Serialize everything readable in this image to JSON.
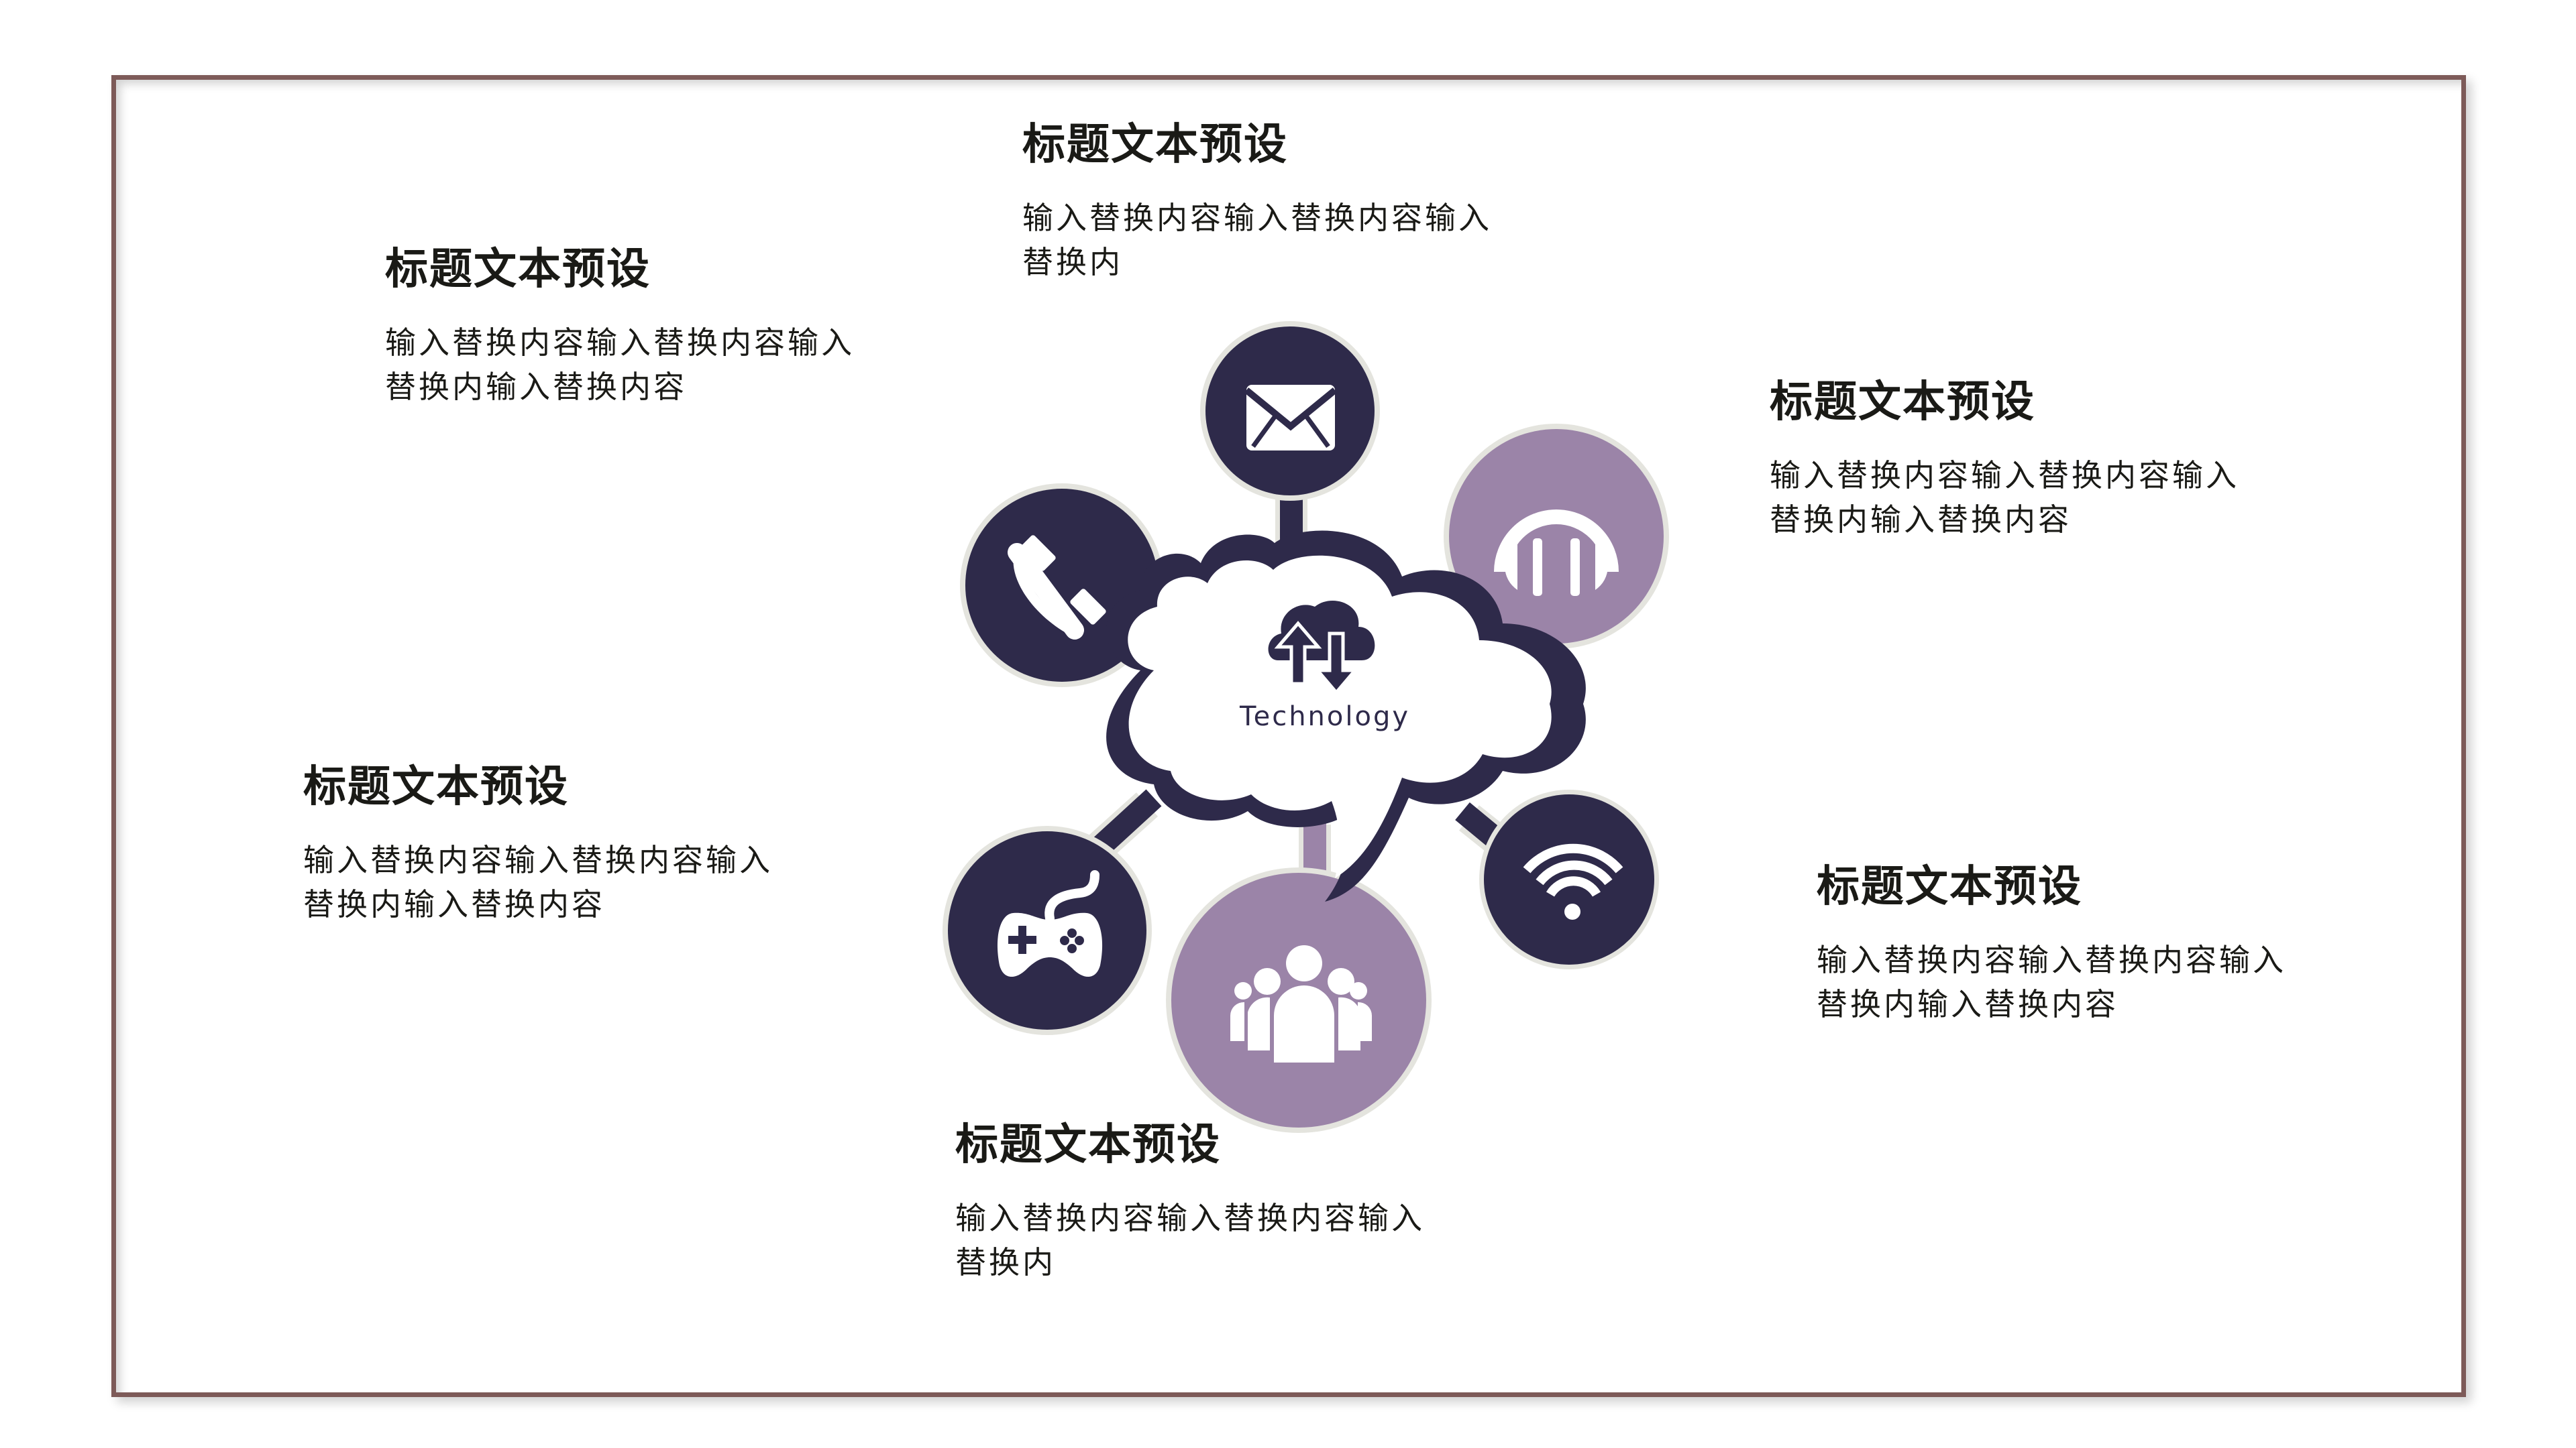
{
  "slide": {
    "frame_color": "#7d5a58",
    "dark_color": "#2e2a4a",
    "purple_color": "#9b84a8",
    "ring_color": "#e4e4de"
  },
  "center": {
    "label": "Technology",
    "icon": "cloud-sync-icon"
  },
  "nodes": [
    {
      "icon": "mail-icon",
      "fill": "dark"
    },
    {
      "icon": "headphones-icon",
      "fill": "purple"
    },
    {
      "icon": "phone-icon",
      "fill": "dark"
    },
    {
      "icon": "gamepad-icon",
      "fill": "dark"
    },
    {
      "icon": "team-icon",
      "fill": "purple"
    },
    {
      "icon": "wifi-icon",
      "fill": "dark"
    }
  ],
  "blocks": [
    {
      "position": "top-center",
      "title": "标题文本预设",
      "body": "输入替换内容输入替换内容输入替换内"
    },
    {
      "position": "top-left",
      "title": "标题文本预设",
      "body": "输入替换内容输入替换内容输入替换内输入替换内容"
    },
    {
      "position": "right-upper",
      "title": "标题文本预设",
      "body": "输入替换内容输入替换内容输入替换内输入替换内容"
    },
    {
      "position": "left-middle",
      "title": "标题文本预设",
      "body": "输入替换内容输入替换内容输入替换内输入替换内容"
    },
    {
      "position": "right-lower",
      "title": "标题文本预设",
      "body": "输入替换内容输入替换内容输入替换内输入替换内容"
    },
    {
      "position": "bottom-center",
      "title": "标题文本预设",
      "body": "输入替换内容输入替换内容输入替换内"
    }
  ]
}
